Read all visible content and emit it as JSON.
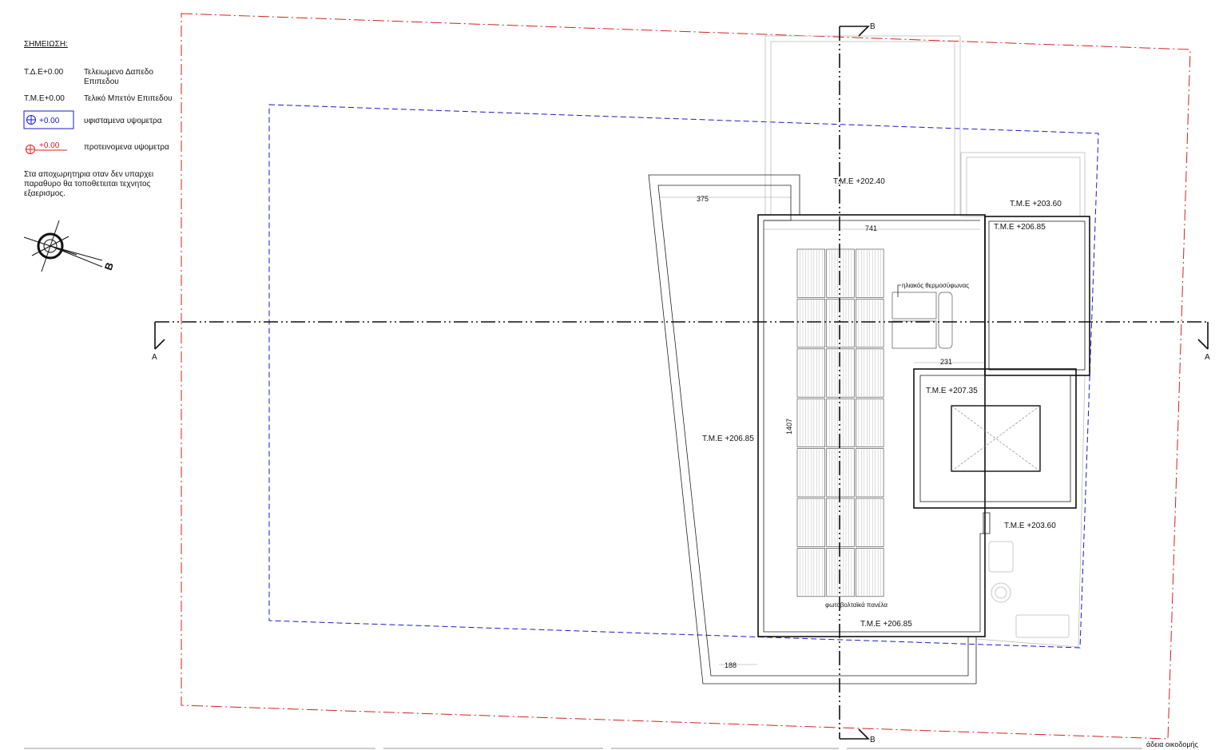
{
  "legend": {
    "title": "ΣΗΜΕΙΩΣΗ:",
    "rows": [
      {
        "code": "Τ.Δ.Ε+0.00",
        "desc_line1": "Τελειωμενο Δαπεδο",
        "desc_line2": "Επιπεδου"
      },
      {
        "code": "Τ.Μ.Ε+0.00",
        "desc_line1": "Τελικό Μπετόν Επιπεδου"
      },
      {
        "code": "+0.00",
        "desc_line1": "υφισταμενα υψομετρα",
        "color": "#1a1acc"
      },
      {
        "code": "+0.00",
        "desc_line1": "προτεινομενα υψομετρα",
        "color": "#d62020"
      }
    ],
    "note_lines": [
      "Στα αποχωρητηρια οταν δεν υπαρχει",
      "παραθυρο θα τοποθετειται τεχνητος",
      "εξαερισμος."
    ]
  },
  "compass_label": "B",
  "sections": {
    "a": "A",
    "b": "B"
  },
  "levels": {
    "tme_20240": "Τ.Μ.Ε +202.40",
    "tme_20360_top": "Τ.Μ.Ε +203.60",
    "tme_20685_right": "Τ.Μ.Ε +206.85",
    "tme_20735": "Τ.Μ.Ε +207.35",
    "tme_20685_left": "Τ.Μ.Ε +206.85",
    "tme_20360_bottom": "Τ.Μ.Ε +203.60",
    "tme_20685_bottom": "Τ.Μ.Ε +206.85"
  },
  "dimensions": {
    "d375": "375",
    "d741": "741",
    "d231": "231",
    "d1407": "1407",
    "d188": "188"
  },
  "annotations": {
    "solar_heater": "ηλιακός θερμοσύφωνας",
    "pv_panels": "φωτοβολταϊκά πανέλα",
    "title_block": "άδεια οικοδομής"
  },
  "colors": {
    "plot_boundary": "#d62020",
    "building_limit": "#1a1acc"
  }
}
